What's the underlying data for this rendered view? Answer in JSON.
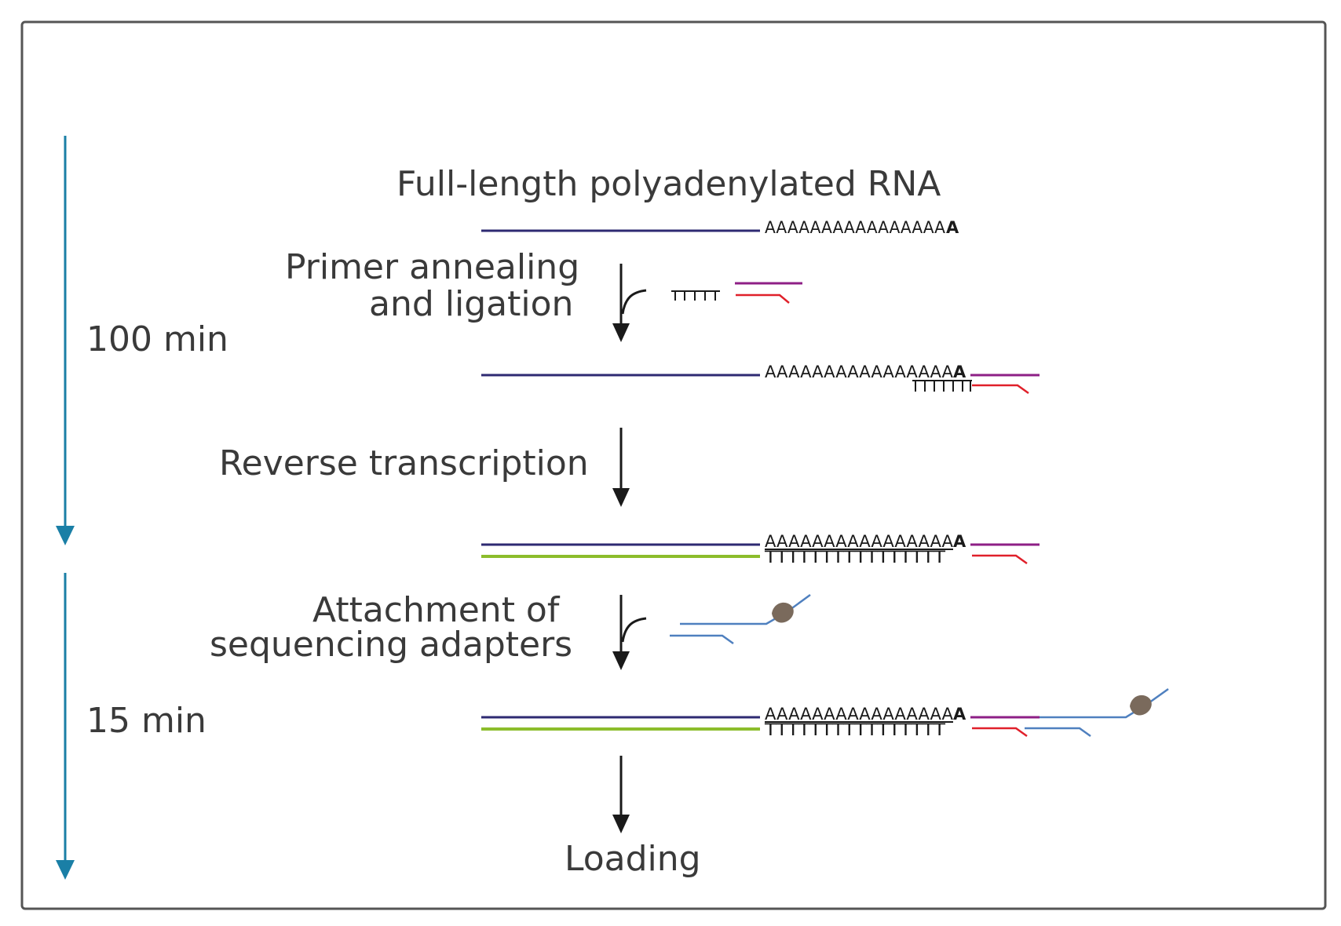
{
  "labels": {
    "title": "Full-length polyadenylated RNA",
    "step1_line1": "Primer annealing",
    "step1_line2": "and ligation",
    "step2": "Reverse transcription",
    "step3_line1": "Attachment of",
    "step3_line2": "sequencing adapters",
    "final": "Loading"
  },
  "timings": {
    "phase1": "100 min",
    "phase2": "15 min"
  },
  "sequences": {
    "poly_a": "AAAAAAAAAAAAAAAA",
    "poly_a_end": "A",
    "oligo_dt": "TTTTT",
    "poly_t": "TTTTTTTTTTTTTTTT"
  },
  "colors": {
    "frame": "#555555",
    "timeline": "#1a7fa6",
    "rna_strand": "#2e2a72",
    "cdna_strand": "#8cbd2c",
    "adapter_top": "#8e1f86",
    "adapter_bottom": "#e0202a",
    "sequencing_adapter": "#4f80bf",
    "motor_protein": "#7a6a5c",
    "arrow": "#1a1a1a",
    "text": "#3a3a3a"
  }
}
